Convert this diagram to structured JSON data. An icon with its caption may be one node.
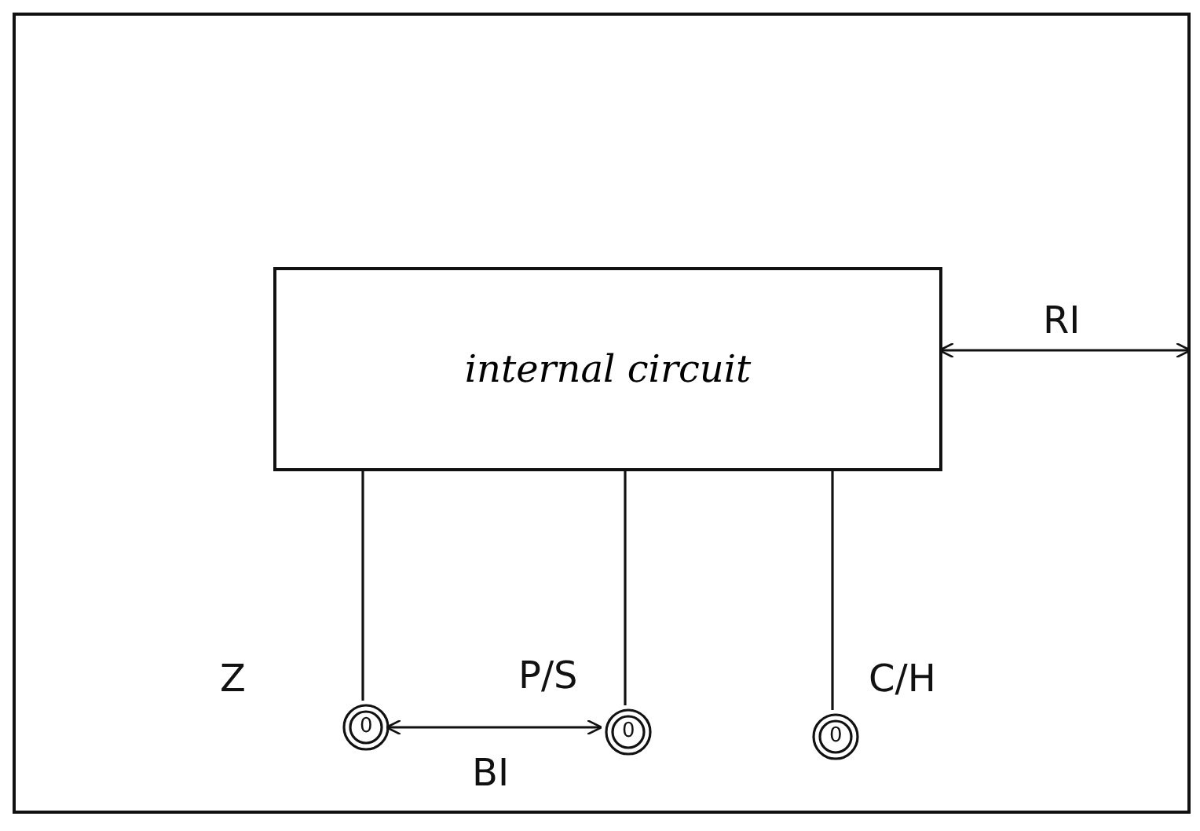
{
  "diagram": {
    "nodes": [
      {
        "text": [],
        "shape": "box"
      },
      {
        "text": [
          "internal circuit"
        ],
        "in": 0
      },
      {
        "text": [
          "0"
        ],
        "beside": [
          "Z"
        ],
        "in": 0
      },
      {
        "text": [
          "0"
        ],
        "beside": [
          "P/S"
        ],
        "in": 0
      },
      {
        "text": [
          "0"
        ],
        "beside": [
          "C/H"
        ],
        "in": 0
      }
    ],
    "edges": [
      {
        "from": 1,
        "to": 2,
        "arrow": "none"
      },
      {
        "from": 1,
        "to": 3,
        "arrow": "none"
      },
      {
        "from": 1,
        "to": 4,
        "arrow": "none"
      },
      {
        "from": 1,
        "to": 0,
        "arrow": "both",
        "label": "RI"
      },
      {
        "from": 2,
        "to": 3,
        "arrow": "both",
        "label": "BI"
      }
    ]
  }
}
